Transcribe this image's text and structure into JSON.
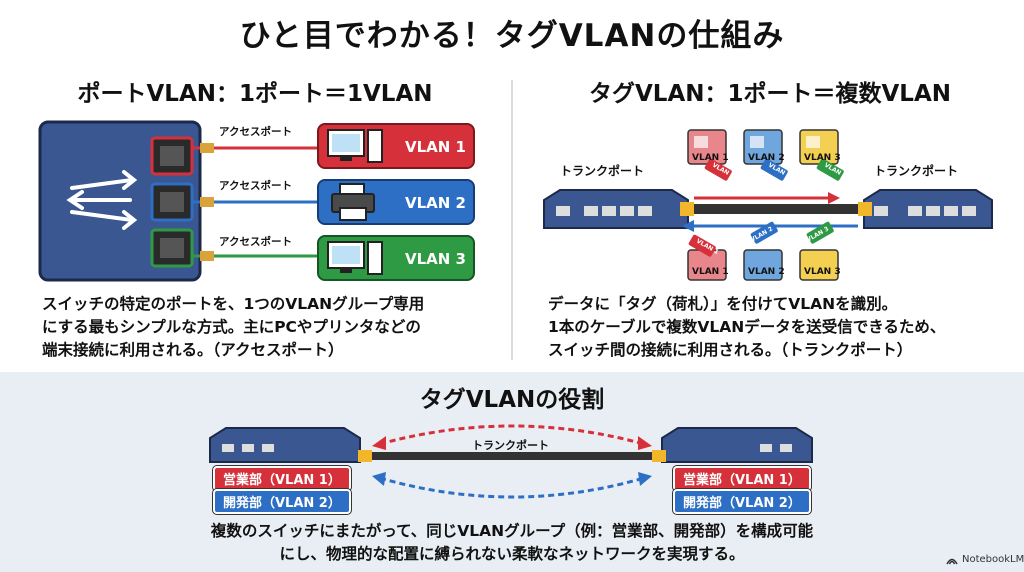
{
  "title": "ひと目でわかる！タグVLANの仕組み",
  "left": {
    "heading": "ポートVLAN：1ポート＝1VLAN",
    "access_label": "アクセスポート",
    "vlans": [
      {
        "label": "VLAN 1",
        "device": "pc-icon",
        "color": "#d6313a"
      },
      {
        "label": "VLAN 2",
        "device": "printer-icon",
        "color": "#2d6fc4"
      },
      {
        "label": "VLAN 3",
        "device": "pc-icon",
        "color": "#2e9a44"
      }
    ],
    "desc": [
      "スイッチの特定のポートを、1つのVLANグループ専用",
      "にする最もシンプルな方式。主にPCやプリンタなどの",
      "端末接続に利用される。（アクセスポート）"
    ]
  },
  "right": {
    "heading": "タグVLAN：1ポート＝複数VLAN",
    "trunk_left": "トランクポート",
    "trunk_right": "トランクポート",
    "packets": [
      {
        "label": "VLAN 1",
        "tag": "VLAN 1",
        "color": "#e8868c"
      },
      {
        "label": "VLAN 2",
        "tag": "VLAN 2",
        "color": "#6fa6de"
      },
      {
        "label": "VLAN 3",
        "tag": "VLAN 3",
        "color": "#f3d052"
      }
    ],
    "desc": [
      "データに「タグ（荷札）」を付けてVLANを識別。",
      "1本のケーブルで複数VLANデータを送受信できるため、",
      "スイッチ間の接続に利用される。（トランクポート）"
    ]
  },
  "bottom": {
    "heading": "タグVLANの役割",
    "trunk_label": "トランクポート",
    "dept1": "営業部（VLAN 1）",
    "dept2": "開発部（VLAN 2）",
    "desc": [
      "複数のスイッチにまたがって、同じVLANグループ（例：営業部、開発部）を構成可能",
      "にし、物理的な配置に縛られない柔軟なネットワークを実現する。"
    ]
  },
  "watermark": "NotebookLM",
  "colors": {
    "switch": "#3b5792",
    "switch_dark": "#22345e",
    "red": "#d6313a",
    "blue": "#2d6fc4",
    "green": "#2e9a44",
    "cable_yellow": "#f2b62b"
  }
}
